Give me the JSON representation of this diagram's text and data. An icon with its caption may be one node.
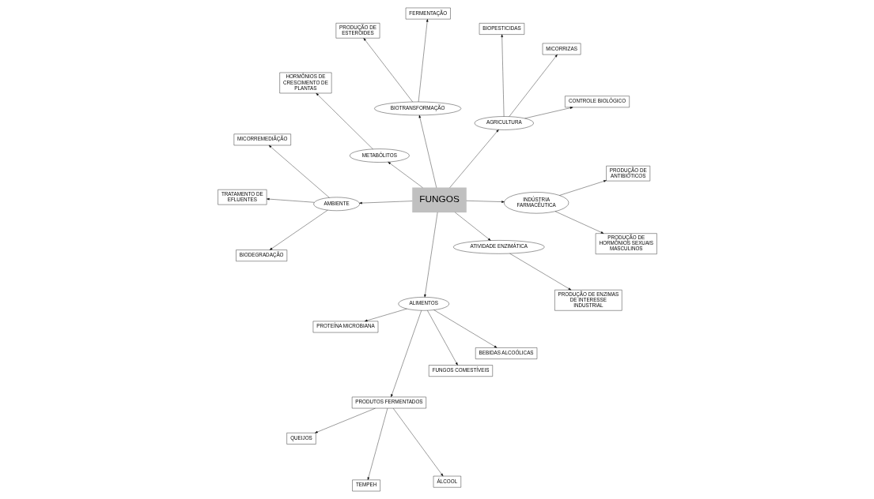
{
  "diagram": {
    "nodes": [
      {
        "text": [
          "FUNGOS"
        ]
      },
      {
        "text": [
          "ALIMENTOS"
        ]
      },
      {
        "text": [
          "FUNGOS COMESTÍVEIS"
        ]
      },
      {
        "text": [
          "PROTEÍNA MICROBIANA"
        ]
      },
      {
        "text": [
          "BEBIDAS ALCOÓLICAS"
        ]
      },
      {
        "text": [
          "PRODUTOS FERMENTADOS"
        ]
      },
      {
        "text": [
          "QUEIJOS"
        ]
      },
      {
        "text": [
          "ÁLCOOL"
        ]
      },
      {
        "text": [
          "TEMPEH"
        ]
      },
      {
        "text": [
          "ATIVIDADE ENZIMÁTICA"
        ]
      },
      {
        "text": [
          "PRODUÇÃO DE ENZIMAS DE INTERESSE INDUSTRIAL"
        ]
      },
      {
        "text": [
          "AGRICULTURA"
        ]
      },
      {
        "text": [
          "CONTROLE BIOLÓGICO"
        ]
      },
      {
        "text": [
          "MICORRIZAS"
        ]
      },
      {
        "text": [
          "BIOPESTICIDAS"
        ]
      },
      {
        "text": [
          "AMBIENTE"
        ]
      },
      {
        "text": [
          "BIODEGRADAÇÃO"
        ]
      },
      {
        "text": [
          "MICORREMEDIÃÇÃO"
        ]
      },
      {
        "text": [
          "TRATAMENTO DE EFLUENTES"
        ]
      },
      {
        "text": [
          "METABÓLITOS"
        ]
      },
      {
        "text": [
          "HORMÔNIOS DE CRESCIMENTO DE PLANTAS"
        ]
      },
      {
        "text": [
          "BIOTRANSFORMAÇÃO"
        ]
      },
      {
        "text": [
          "PRODUÇÃO DE ESTERÓIDES"
        ]
      },
      {
        "text": [
          "FERMENTAÇÃO"
        ]
      },
      {
        "text": [
          "INDÚSTRIA FARMACÊUTICA"
        ]
      },
      {
        "text": [
          "PRODUÇÃO DE HORMÔNIOS SEXUAIS MASCULINOS"
        ]
      },
      {
        "text": [
          "PRODUÇÃO DE ANTIBIÓTICOS"
        ]
      }
    ],
    "edges": [
      {
        "from": 0,
        "to": 1,
        "arrow": "to"
      },
      {
        "from": 1,
        "to": 2,
        "arrow": "to"
      },
      {
        "from": 1,
        "to": 3,
        "arrow": "to"
      },
      {
        "from": 1,
        "to": 4,
        "arrow": "to"
      },
      {
        "from": 1,
        "to": 5,
        "arrow": "to"
      },
      {
        "from": 5,
        "to": 6,
        "arrow": "to"
      },
      {
        "from": 5,
        "to": 7,
        "arrow": "to"
      },
      {
        "from": 5,
        "to": 8,
        "arrow": "to"
      },
      {
        "from": 0,
        "to": 9,
        "arrow": "to"
      },
      {
        "from": 9,
        "to": 10,
        "arrow": "to"
      },
      {
        "from": 0,
        "to": 11,
        "arrow": "to"
      },
      {
        "from": 11,
        "to": 12,
        "arrow": "to"
      },
      {
        "from": 11,
        "to": 13,
        "arrow": "to"
      },
      {
        "from": 11,
        "to": 14,
        "arrow": "to"
      },
      {
        "from": 0,
        "to": 15,
        "arrow": "to"
      },
      {
        "from": 15,
        "to": 16,
        "arrow": "to"
      },
      {
        "from": 15,
        "to": 17,
        "arrow": "to"
      },
      {
        "from": 15,
        "to": 18,
        "arrow": "to"
      },
      {
        "from": 0,
        "to": 19,
        "arrow": "to"
      },
      {
        "from": 19,
        "to": 20,
        "arrow": "to"
      },
      {
        "from": 0,
        "to": 21,
        "arrow": "to"
      },
      {
        "from": 21,
        "to": 22,
        "arrow": "to"
      },
      {
        "from": 21,
        "to": 23,
        "arrow": "to"
      },
      {
        "from": 0,
        "to": 24,
        "arrow": "to"
      },
      {
        "from": 24,
        "to": 25,
        "arrow": "to"
      },
      {
        "from": 24,
        "to": 26,
        "arrow": "to"
      }
    ]
  }
}
